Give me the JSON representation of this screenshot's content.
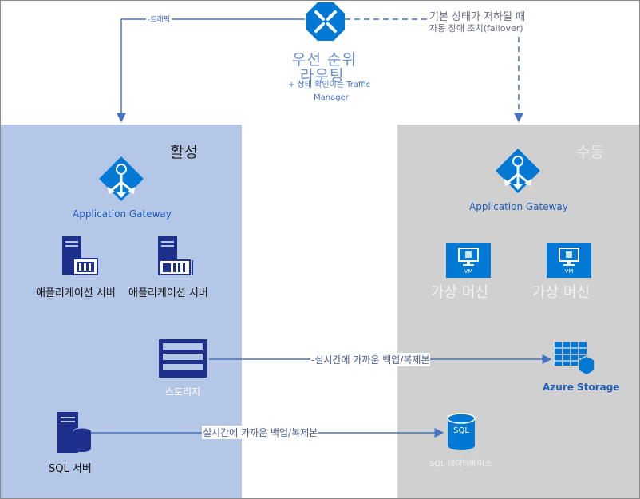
{
  "header": {
    "tm_title_line1": "우선 순위",
    "tm_title_line2": "라우팅",
    "tm_subtitle_line1": "+ 상태 확인이는 Traffic",
    "tm_subtitle_line2": "Manager",
    "left_arrow_label": "-트래픽",
    "failover_line1": "기본 상태가 저하될 때",
    "failover_line2": "자동 장애 조치(failover)"
  },
  "active": {
    "title": "활성",
    "gateway_label": "Application Gateway",
    "app_server_label_1": "애플리케이션 서버",
    "app_server_label_2": "애플리케이션 서버",
    "storage_label": "스토리지",
    "sql_label": "SQL 서버"
  },
  "passive": {
    "title": "수동",
    "gateway_label": "Application Gateway",
    "vm_badge": "VM",
    "vm_label_1": "가상 머신",
    "vm_label_2": "가상 머신",
    "azure_storage_label": "Azure Storage",
    "sql_badge": "SQL",
    "sql_db_label": "SQL 데이터베이스"
  },
  "links": {
    "storage_replication": "-실시간에 가까운 백업/복제본",
    "sql_replication": "실시간에 가까운 백업/복제본"
  },
  "colors": {
    "azure_blue": "#0078d4",
    "navy": "#1e2f8c",
    "arrow": "#4472c4",
    "active_bg": "#b4c7e7",
    "passive_bg": "#d0d0d0"
  }
}
